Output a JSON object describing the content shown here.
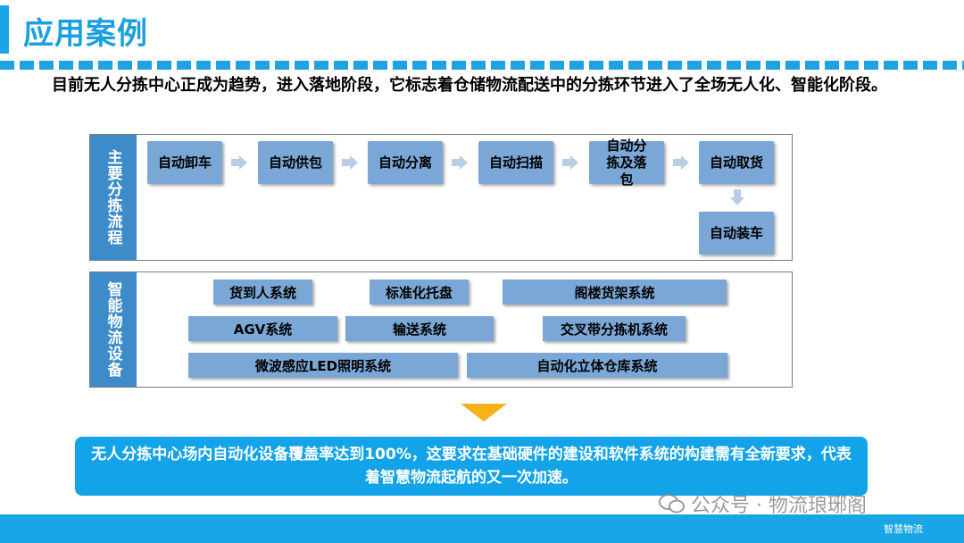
{
  "header": {
    "title": "应用案例"
  },
  "intro": "目前无人分拣中心正成为趋势，进入落地阶段，它标志着仓储物流配送中的分拣环节进入了全场无人化、智能化阶段。",
  "process_panel": {
    "label": "主要分拣流程",
    "steps": [
      "自动卸车",
      "自动供包",
      "自动分离",
      "自动扫描",
      "自动分拣及落包",
      "自动取货",
      "自动装车"
    ]
  },
  "equipment_panel": {
    "label": "智能物流设备",
    "items": [
      "货到人系统",
      "标准化托盘",
      "阁楼货架系统",
      "AGV系统",
      "输送系统",
      "交叉带分拣机系统",
      "微波感应LED照明系统",
      "自动化立体仓库系统"
    ]
  },
  "conclusion": "无人分拣中心场内自动化设备覆盖率达到100%，这要求在基础硬件的建设和软件系统的构建需有全新要求，代表着智慧物流起航的又一次加速。",
  "watermark": "公众号 · 物流琅琊阁",
  "footer": {
    "text": "智慧物流"
  },
  "colors": {
    "accent": "#1aa6e6",
    "box": "#7aa7d6",
    "side": "#3d8bc9",
    "arrow": "#f5b21a"
  }
}
